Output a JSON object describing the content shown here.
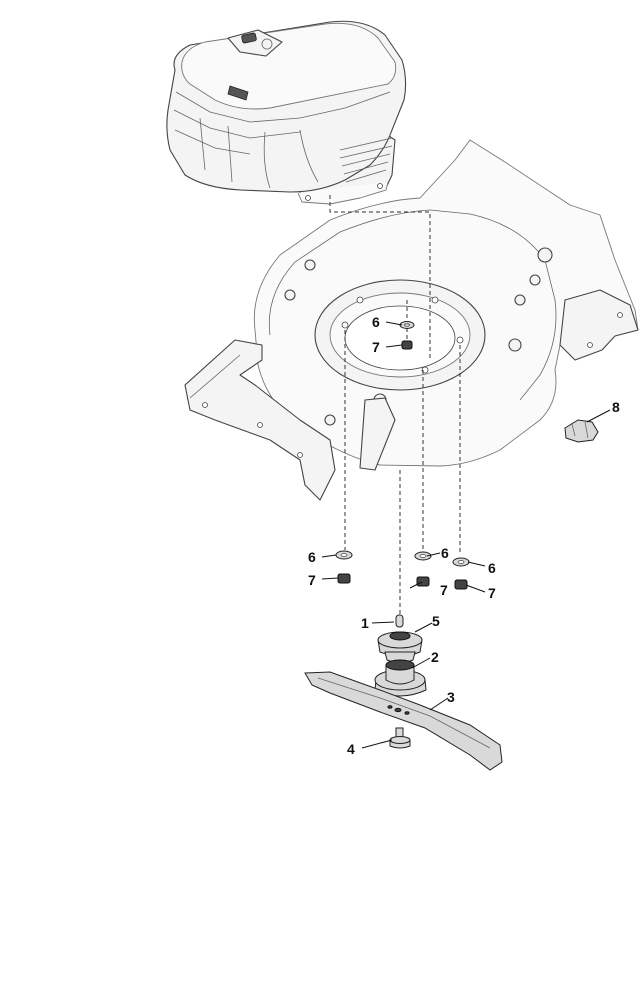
{
  "callouts": [
    {
      "id": "1",
      "label": "1",
      "part": "key"
    },
    {
      "id": "2",
      "label": "2",
      "part": "blade-adapter"
    },
    {
      "id": "3",
      "label": "3",
      "part": "blade"
    },
    {
      "id": "4",
      "label": "4",
      "part": "blade-bolt"
    },
    {
      "id": "5",
      "label": "5",
      "part": "pulley-hub"
    },
    {
      "id": "6a",
      "label": "6",
      "part": "washer"
    },
    {
      "id": "6b",
      "label": "6",
      "part": "washer"
    },
    {
      "id": "6c",
      "label": "6",
      "part": "washer"
    },
    {
      "id": "6d",
      "label": "6",
      "part": "washer"
    },
    {
      "id": "7a",
      "label": "7",
      "part": "nut"
    },
    {
      "id": "7b",
      "label": "7",
      "part": "nut"
    },
    {
      "id": "7c",
      "label": "7",
      "part": "nut"
    },
    {
      "id": "7d",
      "label": "7",
      "part": "nut"
    },
    {
      "id": "8",
      "label": "8",
      "part": "clip"
    }
  ],
  "colors": {
    "line": "#444444",
    "fill": "#f4f4f4",
    "background": "#ffffff"
  }
}
